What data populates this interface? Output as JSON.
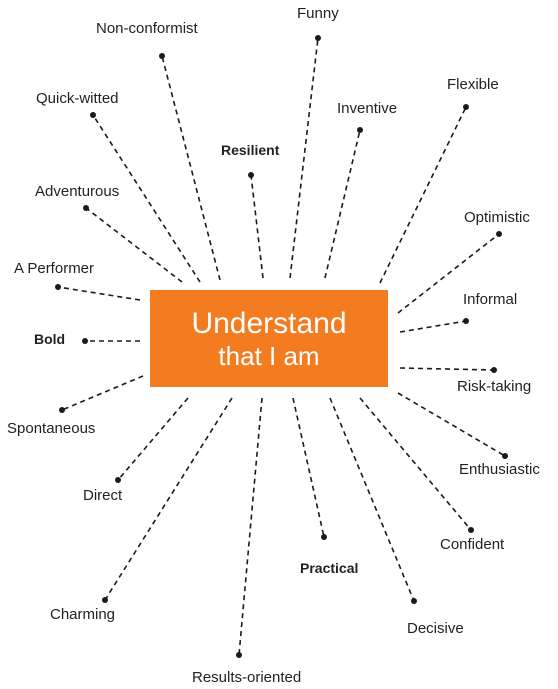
{
  "center": {
    "line1": "Understand",
    "line2": "that I am"
  },
  "colors": {
    "box": "#f47c20",
    "text": "#ffffff",
    "ink": "#1a1a1a"
  },
  "traits": [
    {
      "label": "Funny"
    },
    {
      "label": "Non-conformist"
    },
    {
      "label": "Flexible"
    },
    {
      "label": "Quick-witted"
    },
    {
      "label": "Inventive"
    },
    {
      "label": "Resilient"
    },
    {
      "label": "Adventurous"
    },
    {
      "label": "Optimistic"
    },
    {
      "label": "A Performer"
    },
    {
      "label": "Informal"
    },
    {
      "label": "Bold"
    },
    {
      "label": "Risk-taking"
    },
    {
      "label": "Spontaneous"
    },
    {
      "label": "Enthusiastic"
    },
    {
      "label": "Direct"
    },
    {
      "label": "Confident"
    },
    {
      "label": "Practical"
    },
    {
      "label": "Charming"
    },
    {
      "label": "Decisive"
    },
    {
      "label": "Results-oriented"
    }
  ]
}
